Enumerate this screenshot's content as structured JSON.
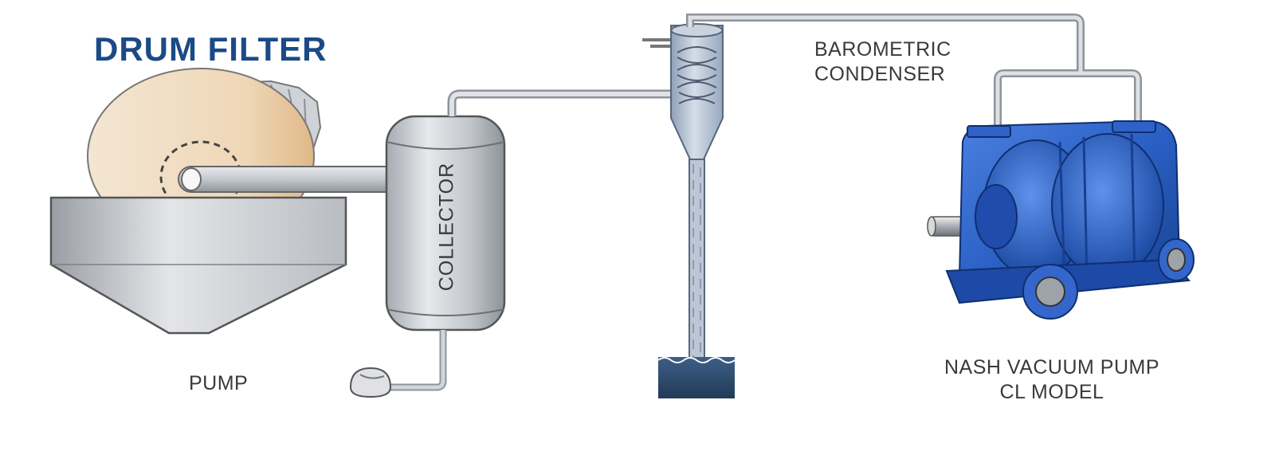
{
  "title": "DRUM FILTER",
  "labels": {
    "collector": "COLLECTOR",
    "barometric_condenser_line1": "BAROMETRIC",
    "barometric_condenser_line2": "CONDENSER",
    "nash_line1": "NASH VACUUM PUMP",
    "nash_line2": "CL MODEL",
    "pump": "PUMP"
  },
  "colors": {
    "title": "#1b4a86",
    "pump_blue": "#2a5fc4",
    "water": "#2f4f72",
    "drum": "#f0dcc0",
    "pipe": "#c8ccd2"
  }
}
